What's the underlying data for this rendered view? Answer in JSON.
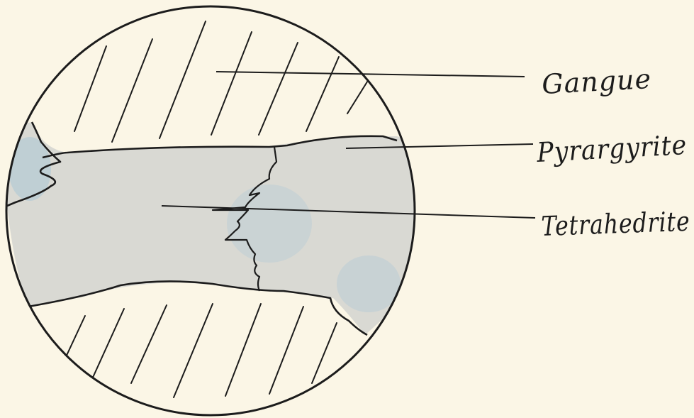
{
  "diagram": {
    "labels": [
      {
        "id": "gangue",
        "text": "Gangue"
      },
      {
        "id": "pyrargyrite",
        "text": "Pyrargyrite"
      },
      {
        "id": "tetrahedrite",
        "text": "Tetrahedrite"
      }
    ]
  },
  "colors": {
    "paper": "#fbf6e6",
    "ink": "#1c1c1c",
    "mineral_fill": "#d2d3cf",
    "blue_tint": "#a9c7d6"
  }
}
